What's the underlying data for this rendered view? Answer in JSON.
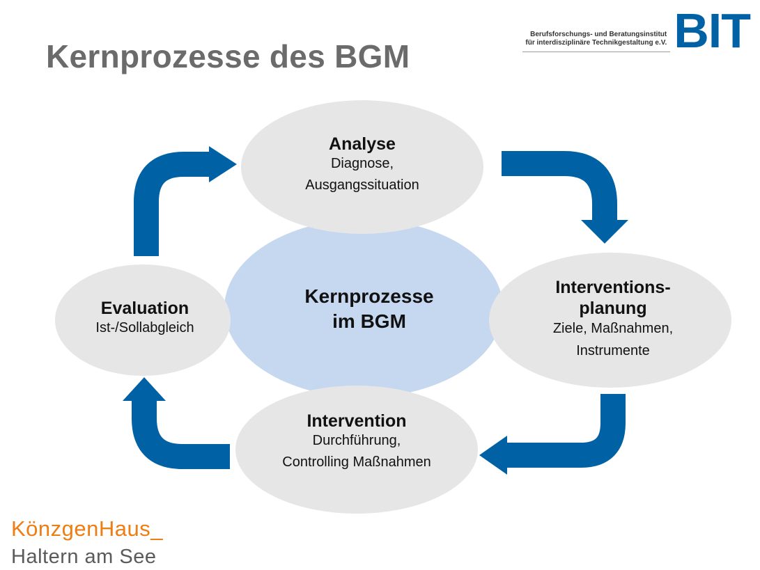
{
  "title": "Kernprozesse des BGM",
  "logo": {
    "tagline_line1": "Berufsforschungs- und Beratungsinstitut",
    "tagline_line2": "für interdisziplinäre Technikgestaltung e.V.",
    "mark": "BIT",
    "color": "#0062a4"
  },
  "center": {
    "line1": "Kernprozesse",
    "line2": "im BGM",
    "color": "#c5d8ef"
  },
  "nodes": {
    "analyse": {
      "heading": "Analyse",
      "line1": "Diagnose,",
      "line2": "Ausgangssituation"
    },
    "planung": {
      "heading1": "Interventions-",
      "heading2": "planung",
      "line1": "Ziele, Maßnahmen,",
      "line2": "Instrumente"
    },
    "intervention": {
      "heading": "Intervention",
      "line1": "Durchführung,",
      "line2": "Controlling Maßnahmen"
    },
    "evaluation": {
      "heading": "Evaluation",
      "line1": "Ist-/Sollabgleich"
    }
  },
  "colors": {
    "node_fill": "#e6e6e6",
    "arrow": "#0062a4"
  },
  "footer": {
    "brand": "KönzgenHaus_",
    "location": "Haltern am See"
  }
}
